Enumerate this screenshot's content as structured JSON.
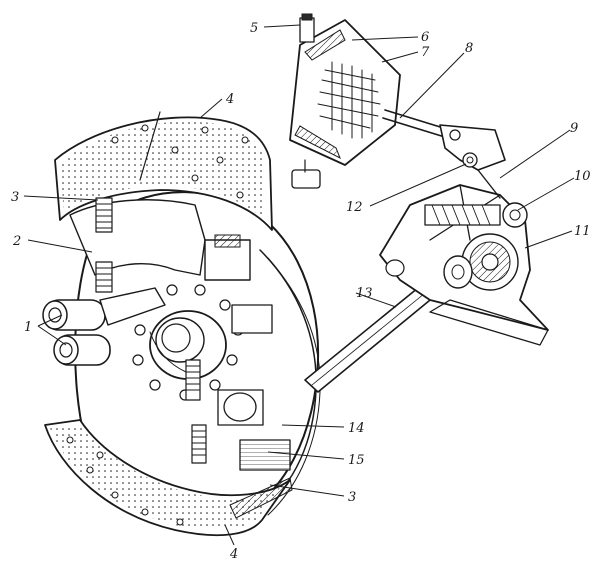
{
  "callouts": [
    {
      "id": "c1",
      "label": "1"
    },
    {
      "id": "c2",
      "label": "2"
    },
    {
      "id": "c3a",
      "label": "3"
    },
    {
      "id": "c3b",
      "label": "3"
    },
    {
      "id": "c4a",
      "label": "4"
    },
    {
      "id": "c4b",
      "label": "4"
    },
    {
      "id": "c5",
      "label": "5"
    },
    {
      "id": "c6",
      "label": "6"
    },
    {
      "id": "c7",
      "label": "7"
    },
    {
      "id": "c8",
      "label": "8"
    },
    {
      "id": "c9",
      "label": "9"
    },
    {
      "id": "c10",
      "label": "10"
    },
    {
      "id": "c11",
      "label": "11"
    },
    {
      "id": "c12",
      "label": "12"
    },
    {
      "id": "c13",
      "label": "13"
    },
    {
      "id": "c14",
      "label": "14"
    },
    {
      "id": "c15",
      "label": "15"
    }
  ]
}
